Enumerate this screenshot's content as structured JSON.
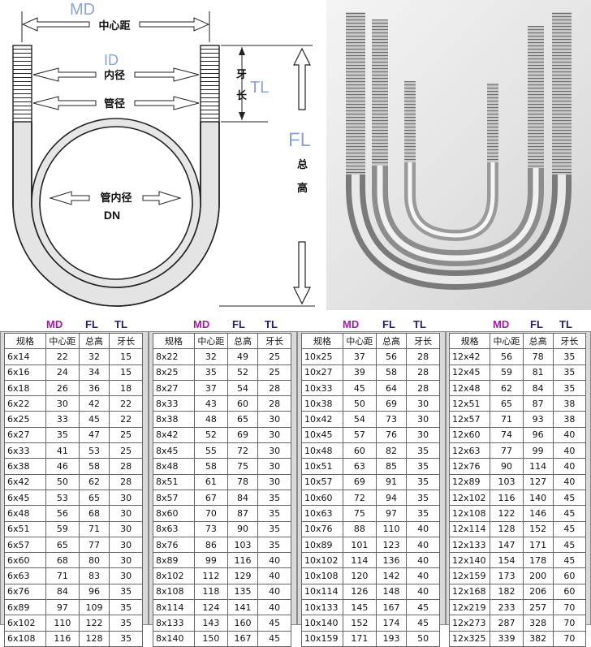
{
  "diagram": {
    "center_distance": "中心距",
    "inner_diameter": "内径",
    "pipe_diameter": "管径",
    "pipe_inner_diameter": "管内径",
    "dn": "DN",
    "thread_length_1": "牙",
    "thread_length_2": "长",
    "total_height_1": "总",
    "total_height_2": "高",
    "md": "MD",
    "id": "ID",
    "tl": "TL",
    "fl": "FL"
  },
  "legend": {
    "md": "MD",
    "fl": "FL",
    "tl": "TL"
  },
  "headers": [
    "规格",
    "中心距",
    "总高",
    "牙长"
  ],
  "tables": [
    [
      [
        "6x14",
        "22",
        "32",
        "15"
      ],
      [
        "6x16",
        "24",
        "34",
        "15"
      ],
      [
        "6x18",
        "26",
        "36",
        "18"
      ],
      [
        "6x22",
        "30",
        "42",
        "22"
      ],
      [
        "6x25",
        "33",
        "45",
        "22"
      ],
      [
        "6x27",
        "35",
        "47",
        "25"
      ],
      [
        "6x33",
        "41",
        "53",
        "25"
      ],
      [
        "6x38",
        "46",
        "58",
        "28"
      ],
      [
        "6x42",
        "50",
        "62",
        "28"
      ],
      [
        "6x45",
        "53",
        "65",
        "30"
      ],
      [
        "6x48",
        "56",
        "68",
        "30"
      ],
      [
        "6x51",
        "59",
        "71",
        "30"
      ],
      [
        "6x57",
        "65",
        "77",
        "30"
      ],
      [
        "6x60",
        "68",
        "80",
        "30"
      ],
      [
        "6x63",
        "71",
        "83",
        "30"
      ],
      [
        "6x76",
        "84",
        "96",
        "35"
      ],
      [
        "6x89",
        "97",
        "109",
        "35"
      ],
      [
        "6x102",
        "110",
        "122",
        "35"
      ],
      [
        "6x108",
        "116",
        "128",
        "35"
      ]
    ],
    [
      [
        "8x22",
        "32",
        "49",
        "25"
      ],
      [
        "8x25",
        "35",
        "52",
        "25"
      ],
      [
        "8x27",
        "37",
        "54",
        "28"
      ],
      [
        "8x33",
        "43",
        "60",
        "28"
      ],
      [
        "8x38",
        "48",
        "65",
        "30"
      ],
      [
        "8x42",
        "52",
        "69",
        "30"
      ],
      [
        "8x45",
        "55",
        "72",
        "30"
      ],
      [
        "8x48",
        "58",
        "75",
        "30"
      ],
      [
        "8x51",
        "61",
        "78",
        "30"
      ],
      [
        "8x57",
        "67",
        "84",
        "35"
      ],
      [
        "8x60",
        "70",
        "87",
        "35"
      ],
      [
        "8x63",
        "73",
        "90",
        "35"
      ],
      [
        "8x76",
        "86",
        "103",
        "35"
      ],
      [
        "8x89",
        "99",
        "116",
        "40"
      ],
      [
        "8x102",
        "112",
        "129",
        "40"
      ],
      [
        "8x108",
        "118",
        "135",
        "40"
      ],
      [
        "8x114",
        "124",
        "141",
        "40"
      ],
      [
        "8x133",
        "143",
        "160",
        "45"
      ],
      [
        "8x140",
        "150",
        "167",
        "45"
      ]
    ],
    [
      [
        "10x25",
        "37",
        "56",
        "28"
      ],
      [
        "10x27",
        "39",
        "58",
        "28"
      ],
      [
        "10x33",
        "45",
        "64",
        "28"
      ],
      [
        "10x38",
        "50",
        "69",
        "30"
      ],
      [
        "10x42",
        "54",
        "73",
        "30"
      ],
      [
        "10x45",
        "57",
        "76",
        "30"
      ],
      [
        "10x48",
        "60",
        "82",
        "35"
      ],
      [
        "10x51",
        "63",
        "85",
        "35"
      ],
      [
        "10x57",
        "69",
        "91",
        "35"
      ],
      [
        "10x60",
        "72",
        "94",
        "35"
      ],
      [
        "10x63",
        "75",
        "97",
        "35"
      ],
      [
        "10x76",
        "88",
        "110",
        "40"
      ],
      [
        "10x89",
        "101",
        "123",
        "40"
      ],
      [
        "10x102",
        "114",
        "136",
        "40"
      ],
      [
        "10x108",
        "120",
        "142",
        "40"
      ],
      [
        "10x114",
        "126",
        "148",
        "40"
      ],
      [
        "10x133",
        "145",
        "167",
        "45"
      ],
      [
        "10x140",
        "152",
        "174",
        "45"
      ],
      [
        "10x159",
        "171",
        "193",
        "50"
      ]
    ],
    [
      [
        "12x42",
        "56",
        "78",
        "35"
      ],
      [
        "12x45",
        "59",
        "81",
        "35"
      ],
      [
        "12x48",
        "62",
        "84",
        "35"
      ],
      [
        "12x51",
        "65",
        "87",
        "38"
      ],
      [
        "12x57",
        "71",
        "93",
        "38"
      ],
      [
        "12x60",
        "74",
        "96",
        "40"
      ],
      [
        "12x63",
        "77",
        "99",
        "40"
      ],
      [
        "12x76",
        "90",
        "114",
        "40"
      ],
      [
        "12x89",
        "103",
        "127",
        "40"
      ],
      [
        "12x102",
        "116",
        "140",
        "45"
      ],
      [
        "12x108",
        "122",
        "146",
        "45"
      ],
      [
        "12x114",
        "128",
        "152",
        "45"
      ],
      [
        "12x133",
        "147",
        "171",
        "45"
      ],
      [
        "12x140",
        "154",
        "178",
        "45"
      ],
      [
        "12x159",
        "173",
        "200",
        "60"
      ],
      [
        "12x168",
        "182",
        "206",
        "60"
      ],
      [
        "12x219",
        "233",
        "257",
        "70"
      ],
      [
        "12x273",
        "287",
        "328",
        "70"
      ],
      [
        "12x325",
        "339",
        "382",
        "70"
      ]
    ]
  ]
}
